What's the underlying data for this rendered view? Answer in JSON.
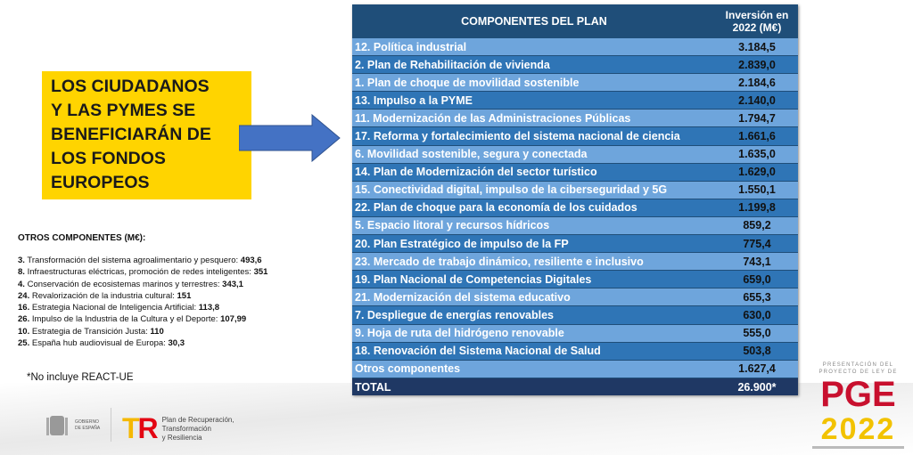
{
  "headline": [
    "LOS CIUDADANOS",
    "Y LAS PYMES SE",
    "BENEFICIARÁN DE",
    "LOS FONDOS",
    "EUROPEOS"
  ],
  "others": {
    "title": "OTROS COMPONENTES (M€):",
    "items": [
      {
        "num": "3.",
        "label": " Transformación del sistema agroalimentario y pesquero: ",
        "value": "493,6"
      },
      {
        "num": "8.",
        "label": " Infraestructuras eléctricas, promoción de redes inteligentes: ",
        "value": "351"
      },
      {
        "num": "4.",
        "label": " Conservación de ecosistemas marinos y terrestres: ",
        "value": "343,1"
      },
      {
        "num": "24.",
        "label": " Revalorización de la industria cultural: ",
        "value": "151"
      },
      {
        "num": "16.",
        "label": " Estrategia Nacional de Inteligencia Artificial: ",
        "value": "113,8"
      },
      {
        "num": "26.",
        "label": " Impulso de la Industria de la Cultura y el Deporte: ",
        "value": "107,99"
      },
      {
        "num": "10.",
        "label": " Estrategia de Transición Justa: ",
        "value": "110"
      },
      {
        "num": "25.",
        "label": " España hub audiovisual de Europa: ",
        "value": "30,3"
      }
    ]
  },
  "note": "*No incluye REACT-UE",
  "table": {
    "header_component": "COMPONENTES DEL PLAN",
    "header_value_1": "Inversión en",
    "header_value_2": "2022 (M€)",
    "rows": [
      {
        "name": "12. Política industrial",
        "value": "3.184,5"
      },
      {
        "name": "2. Plan de Rehabilitación de vivienda",
        "value": "2.839,0"
      },
      {
        "name": "1. Plan de choque de movilidad sostenible",
        "value": "2.184,6"
      },
      {
        "name": "13. Impulso a la PYME",
        "value": "2.140,0"
      },
      {
        "name": "11. Modernización de las Administraciones Públicas",
        "value": "1.794,7"
      },
      {
        "name": "17. Reforma y fortalecimiento del sistema nacional de ciencia",
        "value": "1.661,6"
      },
      {
        "name": "6. Movilidad sostenible, segura y conectada",
        "value": "1.635,0"
      },
      {
        "name": "14. Plan de Modernización del sector turístico",
        "value": "1.629,0"
      },
      {
        "name": "15. Conectividad digital, impulso de la ciberseguridad y 5G",
        "value": "1.550,1"
      },
      {
        "name": "22. Plan de choque para la economía de los cuidados",
        "value": "1.199,8"
      },
      {
        "name": "5. Espacio litoral y recursos hídricos",
        "value": "859,2"
      },
      {
        "name": "20. Plan Estratégico de impulso de la FP",
        "value": "775,4"
      },
      {
        "name": "23. Mercado de trabajo dinámico, resiliente e inclusivo",
        "value": "743,1"
      },
      {
        "name": "19. Plan Nacional de Competencias Digitales",
        "value": "659,0"
      },
      {
        "name": "21. Modernización del sistema educativo",
        "value": "655,3"
      },
      {
        "name": "7. Despliegue de energías renovables",
        "value": "630,0"
      },
      {
        "name": "9. Hoja de ruta del hidrógeno renovable",
        "value": "555,0"
      },
      {
        "name": "18. Renovación del Sistema Nacional de Salud",
        "value": "503,8"
      },
      {
        "name": "Otros componentes",
        "value": "1.627,4"
      }
    ],
    "total_label": "TOTAL",
    "total_value": "26.900*"
  },
  "logos": {
    "gobierno": "GOBIERNO DE ESPAÑA",
    "plan": [
      "Plan de Recuperación,",
      "Transformación",
      "y Resiliencia"
    ],
    "pge_sub": [
      "PRESENTACIÓN DEL",
      "PROYECTO DE LEY DE"
    ],
    "pge": "PGE",
    "year": "2022"
  }
}
